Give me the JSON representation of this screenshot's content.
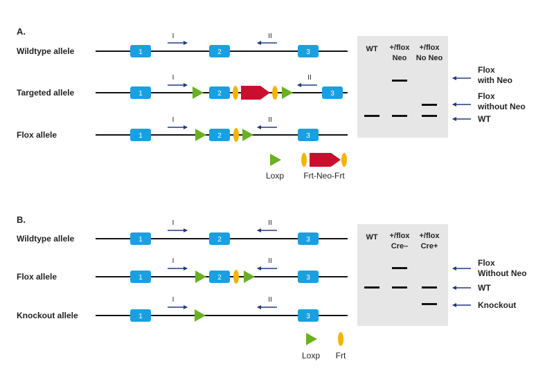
{
  "panel_a": {
    "heading": "A.",
    "alleles": [
      {
        "label": "Wildtype allele"
      },
      {
        "label": "Targeted allele"
      },
      {
        "label": "Flox allele"
      }
    ],
    "exons": [
      "1",
      "2",
      "3"
    ],
    "primers": {
      "forward": "I",
      "reverse": "II"
    },
    "legend": {
      "loxp": "Loxp",
      "frt_neo_frt": "Frt-Neo-Frt"
    },
    "gel": {
      "lanes": [
        {
          "line1": "WT",
          "line2": ""
        },
        {
          "line1": "+/flox",
          "line2": "Neo"
        },
        {
          "line1": "+/flox",
          "line2": "No Neo"
        }
      ],
      "bands": [
        {
          "line1": "Flox",
          "line2": "with Neo"
        },
        {
          "line1": "Flox",
          "line2": "without Neo"
        },
        {
          "line1": "WT",
          "line2": ""
        }
      ]
    }
  },
  "panel_b": {
    "heading": "B.",
    "alleles": [
      {
        "label": "Wildtype allele"
      },
      {
        "label": "Flox allele"
      },
      {
        "label": "Knockout allele"
      }
    ],
    "exons": [
      "1",
      "2",
      "3"
    ],
    "primers": {
      "forward": "I",
      "reverse": "II"
    },
    "legend": {
      "loxp": "Loxp",
      "frt": "Frt"
    },
    "gel": {
      "lanes": [
        {
          "line1": "WT",
          "line2": ""
        },
        {
          "line1": "+/flox",
          "line2": "Cre–"
        },
        {
          "line1": "+/flox",
          "line2": "Cre+"
        }
      ],
      "bands": [
        {
          "line1": "Flox",
          "line2": "Without Neo"
        },
        {
          "line1": "WT",
          "line2": ""
        },
        {
          "line1": "Knockout",
          "line2": ""
        }
      ]
    }
  },
  "colors": {
    "exon": "#1aa0e0",
    "loxp": "#6ab023",
    "frt": "#f5b400",
    "neo": "#c8102e",
    "arrow": "#1f3a7a",
    "gel_bg": "#e6e6e6",
    "band": "#111111"
  }
}
